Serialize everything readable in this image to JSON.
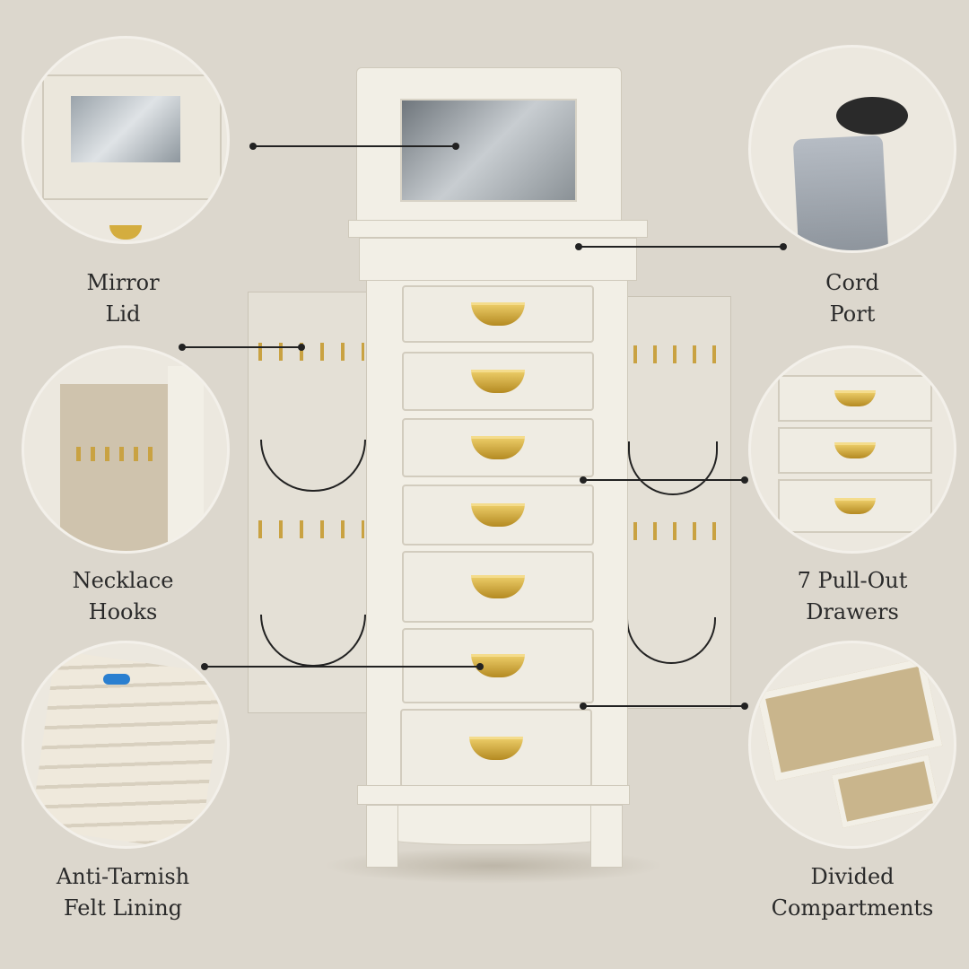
{
  "features": {
    "mirror_lid": {
      "line1": "Mirror",
      "line2": "Lid"
    },
    "necklace_hooks": {
      "line1": "Necklace",
      "line2": "Hooks"
    },
    "felt_lining": {
      "line1": "Anti-Tarnish",
      "line2": "Felt Lining"
    },
    "cord_port": {
      "line1": "Cord",
      "line2": "Port"
    },
    "drawers": {
      "line1": "7 Pull-Out",
      "line2": "Drawers"
    },
    "compartments": {
      "line1": "Divided",
      "line2": "Compartments"
    }
  },
  "colors": {
    "background": "#dcd7cd",
    "cabinet": "#f2efe6",
    "brass": "#d4ad3f"
  },
  "drawer_count": 7
}
